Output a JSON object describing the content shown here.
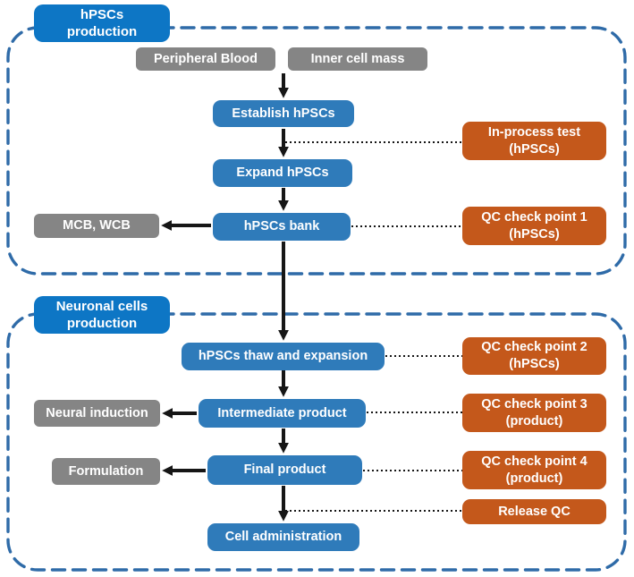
{
  "figure": {
    "type": "flowchart",
    "description": "hPSCs-derived neuronal cell manufacturing process with QC check points"
  },
  "colors": {
    "label_blue": "#0d76c5",
    "flow_blue": "#2f7bba",
    "orange": "#c4581b",
    "gray": "#858585",
    "border_blue": "#2f6ba8",
    "connector_black": "#161616",
    "text_white": "#ffffff",
    "background": "#ffffff"
  },
  "nodes": {
    "section1_label": "hPSCs\nproduction",
    "section2_label": "Neuronal cells\nproduction",
    "peripheral_blood": "Peripheral Blood",
    "inner_cell_mass": "Inner cell mass",
    "establish_hpscs": "Establish hPSCs",
    "in_process_test": "In-process test\n(hPSCs)",
    "expand_hpscs": "Expand hPSCs",
    "hpscs_bank": "hPSCs bank",
    "mcb_wcb": "MCB, WCB",
    "qc1": "QC check point 1\n(hPSCs)",
    "thaw_expansion": "hPSCs thaw and expansion",
    "qc2": "QC check point 2\n(hPSCs)",
    "intermediate_product": "Intermediate product",
    "neural_induction": "Neural induction",
    "qc3": "QC check point 3\n(product)",
    "final_product": "Final product",
    "formulation": "Formulation",
    "qc4": "QC check point 4\n(product)",
    "release_qc": "Release QC",
    "cell_administration": "Cell administration"
  },
  "edges": [
    {
      "from": "peripheral_blood/inner_cell_mass",
      "to": "establish_hpscs",
      "type": "arrow"
    },
    {
      "from": "establish_hpscs",
      "to": "expand_hpscs",
      "type": "arrow"
    },
    {
      "from": "establish_hpscs->expand_hpscs arrow",
      "to": "in_process_test",
      "type": "dotted"
    },
    {
      "from": "expand_hpscs",
      "to": "hpscs_bank",
      "type": "arrow"
    },
    {
      "from": "hpscs_bank",
      "to": "mcb_wcb",
      "type": "arrow"
    },
    {
      "from": "hpscs_bank",
      "to": "qc1",
      "type": "dotted"
    },
    {
      "from": "hpscs_bank",
      "to": "thaw_expansion",
      "type": "arrow"
    },
    {
      "from": "thaw_expansion",
      "to": "qc2",
      "type": "dotted"
    },
    {
      "from": "thaw_expansion",
      "to": "intermediate_product",
      "type": "arrow"
    },
    {
      "from": "intermediate_product",
      "to": "neural_induction",
      "type": "arrow"
    },
    {
      "from": "intermediate_product",
      "to": "qc3",
      "type": "dotted"
    },
    {
      "from": "intermediate_product",
      "to": "final_product",
      "type": "arrow"
    },
    {
      "from": "final_product",
      "to": "formulation",
      "type": "arrow"
    },
    {
      "from": "final_product",
      "to": "qc4",
      "type": "dotted"
    },
    {
      "from": "final_product",
      "to": "cell_administration",
      "type": "arrow"
    },
    {
      "from": "final_product->cell_administration arrow",
      "to": "release_qc",
      "type": "dotted"
    }
  ]
}
